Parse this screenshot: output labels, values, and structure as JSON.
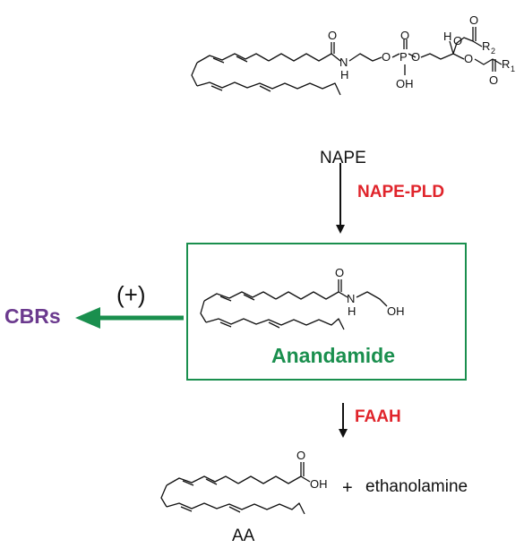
{
  "molecules": {
    "nape": {
      "name": "NAPE"
    },
    "anandamide": {
      "name": "Anandamide"
    },
    "aa": {
      "name": "AA"
    }
  },
  "enzymes": {
    "nape_pld": "NAPE-PLD",
    "faah": "FAAH"
  },
  "receptor": {
    "label": "CBRs"
  },
  "activation_sign": "(+)",
  "byproduct": {
    "plus": "+",
    "name": "ethanolamine"
  },
  "atoms": {
    "O": "O",
    "N": "N",
    "H": "H",
    "P": "P",
    "OH": "OH",
    "R": "R",
    "sub1": "1",
    "sub2": "2"
  },
  "colors": {
    "enzyme": "#e0242b",
    "anandamide": "#1a8f4e",
    "receptor": "#6b3a8e",
    "arrow": "#1a8f4e",
    "black": "#111111"
  }
}
